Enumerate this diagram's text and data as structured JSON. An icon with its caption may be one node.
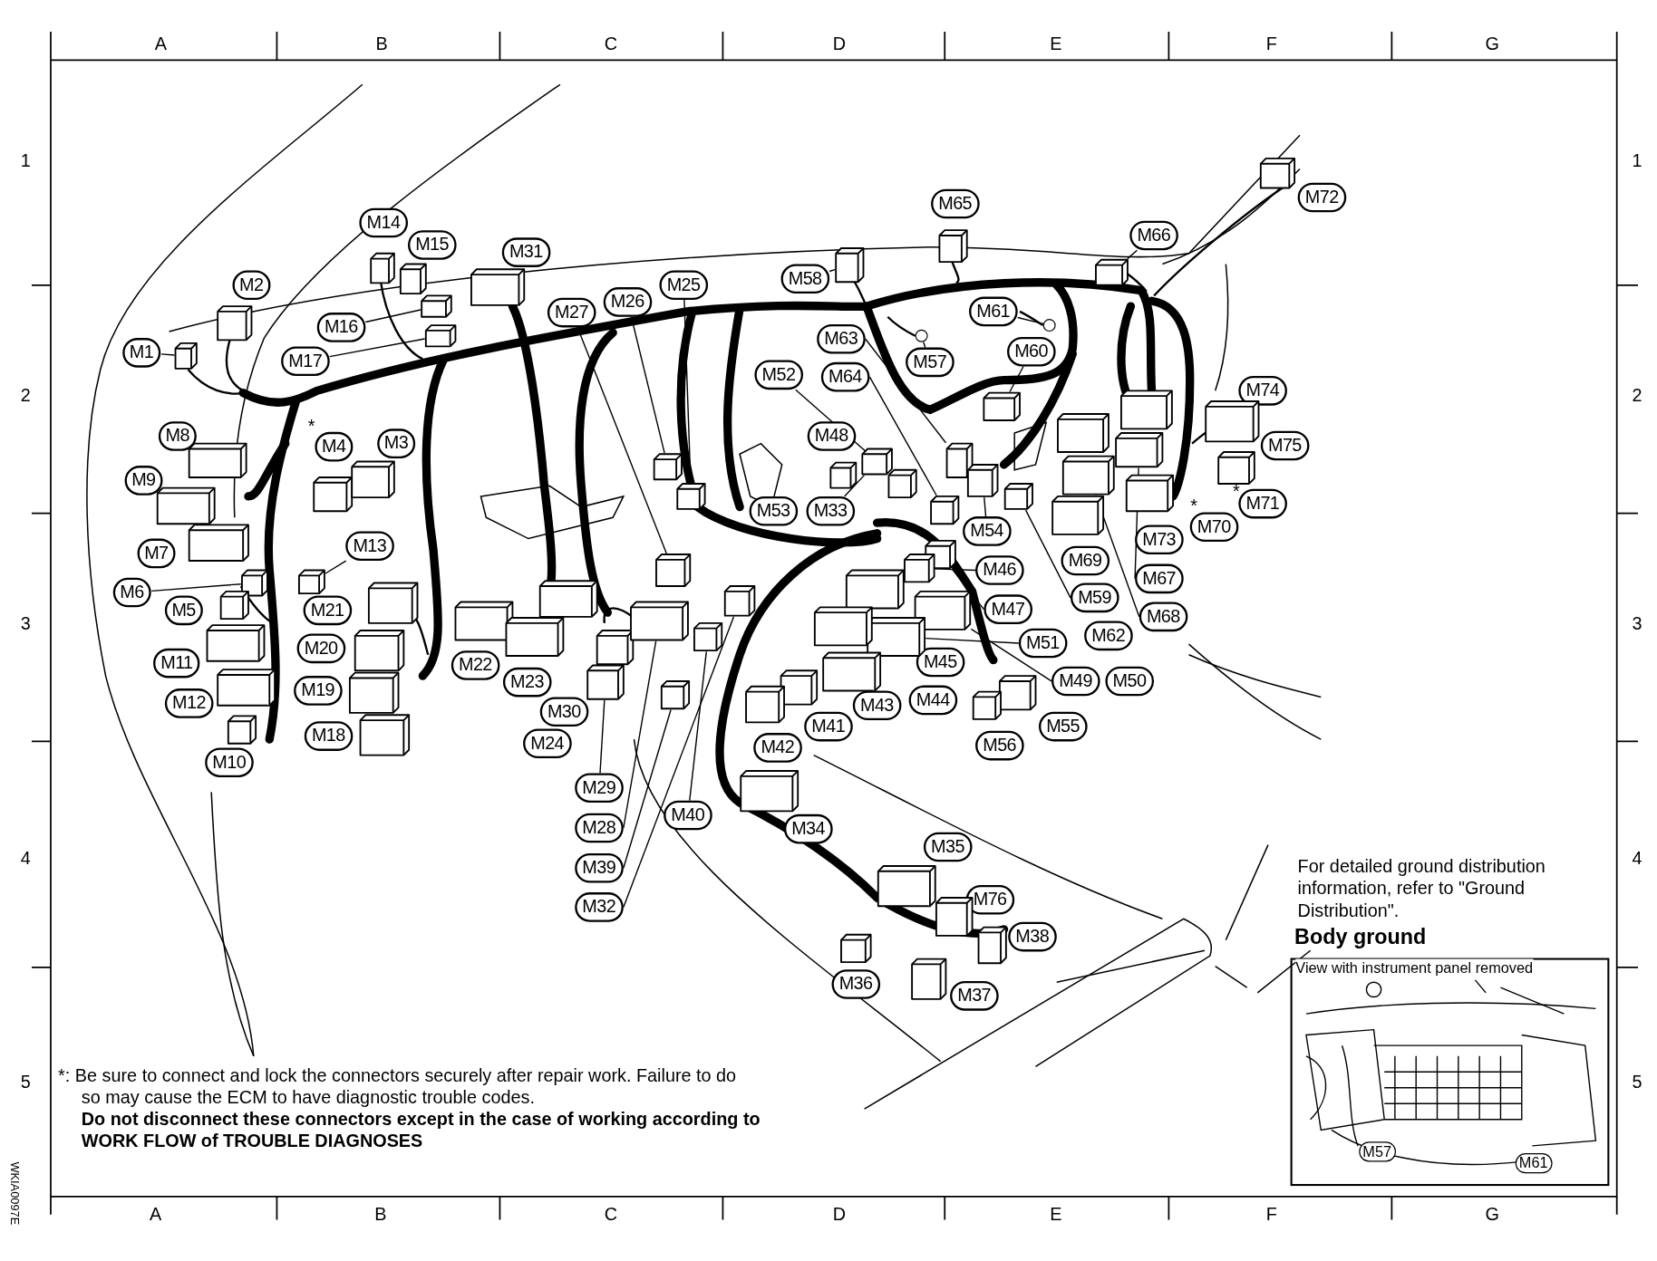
{
  "diagram": {
    "nodes": [
      {
        "text": [
          "M1"
        ]
      },
      {
        "text": [
          "M2"
        ]
      },
      {
        "text": [
          "M3"
        ]
      },
      {
        "text": [
          "M4"
        ]
      },
      {
        "text": [
          "M5"
        ]
      },
      {
        "text": [
          "M6"
        ]
      },
      {
        "text": [
          "M7"
        ]
      },
      {
        "text": [
          "M8"
        ]
      },
      {
        "text": [
          "M9"
        ]
      },
      {
        "text": [
          "M10"
        ]
      },
      {
        "text": [
          "M11"
        ]
      },
      {
        "text": [
          "M12"
        ]
      },
      {
        "text": [
          "M13"
        ]
      },
      {
        "text": [
          "M14"
        ]
      },
      {
        "text": [
          "M15"
        ]
      },
      {
        "text": [
          "M16"
        ]
      },
      {
        "text": [
          "M17"
        ]
      },
      {
        "text": [
          "M18"
        ]
      },
      {
        "text": [
          "M19"
        ]
      },
      {
        "text": [
          "M20"
        ]
      },
      {
        "text": [
          "M21"
        ]
      },
      {
        "text": [
          "M22"
        ]
      },
      {
        "text": [
          "M23"
        ]
      },
      {
        "text": [
          "M24"
        ]
      },
      {
        "text": [
          "M25"
        ]
      },
      {
        "text": [
          "M26"
        ]
      },
      {
        "text": [
          "M27"
        ]
      },
      {
        "text": [
          "M28"
        ]
      },
      {
        "text": [
          "M29"
        ]
      },
      {
        "text": [
          "M30"
        ]
      },
      {
        "text": [
          "M31"
        ]
      },
      {
        "text": [
          "M32"
        ]
      },
      {
        "text": [
          "M33"
        ]
      },
      {
        "text": [
          "M34"
        ]
      },
      {
        "text": [
          "M35"
        ]
      },
      {
        "text": [
          "M36"
        ]
      },
      {
        "text": [
          "M37"
        ]
      },
      {
        "text": [
          "M38"
        ]
      },
      {
        "text": [
          "M39"
        ]
      },
      {
        "text": [
          "M40"
        ]
      },
      {
        "text": [
          "M41"
        ]
      },
      {
        "text": [
          "M42"
        ]
      },
      {
        "text": [
          "M43"
        ]
      },
      {
        "text": [
          "M44"
        ]
      },
      {
        "text": [
          "M45"
        ]
      },
      {
        "text": [
          "M46"
        ]
      },
      {
        "text": [
          "M47"
        ]
      },
      {
        "text": [
          "M48"
        ]
      },
      {
        "text": [
          "M49"
        ]
      },
      {
        "text": [
          "M50"
        ]
      },
      {
        "text": [
          "M51"
        ]
      },
      {
        "text": [
          "M52"
        ]
      },
      {
        "text": [
          "M53"
        ]
      },
      {
        "text": [
          "M54"
        ]
      },
      {
        "text": [
          "M55"
        ]
      },
      {
        "text": [
          "M56"
        ]
      },
      {
        "text": [
          "M57"
        ]
      },
      {
        "text": [
          "M58"
        ]
      },
      {
        "text": [
          "M59"
        ]
      },
      {
        "text": [
          "M60"
        ]
      },
      {
        "text": [
          "M61"
        ]
      },
      {
        "text": [
          "M62"
        ]
      },
      {
        "text": [
          "M63"
        ]
      },
      {
        "text": [
          "M64"
        ]
      },
      {
        "text": [
          "M65"
        ]
      },
      {
        "text": [
          "M66"
        ]
      },
      {
        "text": [
          "M67"
        ]
      },
      {
        "text": [
          "M68"
        ]
      },
      {
        "text": [
          "M69"
        ]
      },
      {
        "text": [
          "M70"
        ]
      },
      {
        "text": [
          "M71"
        ]
      },
      {
        "text": [
          "M72"
        ]
      },
      {
        "text": [
          "M73"
        ]
      },
      {
        "text": [
          "M74"
        ]
      },
      {
        "text": [
          "M75"
        ]
      },
      {
        "text": [
          "M76"
        ]
      },
      {
        "text": [],
        "shape": "box"
      },
      {
        "text": [],
        "shape": "box"
      },
      {
        "text": [],
        "shape": "box"
      },
      {
        "text": [],
        "shape": "box"
      },
      {
        "text": [],
        "shape": "box"
      },
      {
        "text": [],
        "shape": "box"
      },
      {
        "text": [],
        "shape": "box"
      },
      {
        "text": [],
        "shape": "box"
      },
      {
        "text": [],
        "shape": "box"
      },
      {
        "text": [],
        "shape": "box"
      },
      {
        "text": [],
        "shape": "box"
      },
      {
        "text": [],
        "shape": "box"
      },
      {
        "text": [],
        "shape": "box"
      },
      {
        "text": [],
        "shape": "box"
      },
      {
        "text": [],
        "shape": "box"
      },
      {
        "text": [],
        "shape": "box"
      },
      {
        "text": [],
        "shape": "box"
      },
      {
        "text": [],
        "shape": "box"
      },
      {
        "text": [],
        "shape": "box"
      },
      {
        "text": [],
        "shape": "box"
      },
      {
        "text": [],
        "shape": "box"
      },
      {
        "text": [],
        "shape": "box"
      },
      {
        "text": [],
        "shape": "box"
      },
      {
        "text": [],
        "shape": "box"
      },
      {
        "text": [],
        "shape": "box"
      },
      {
        "text": [],
        "shape": "box"
      },
      {
        "text": [],
        "shape": "box"
      },
      {
        "text": [],
        "shape": "box"
      },
      {
        "text": [],
        "shape": "box"
      },
      {
        "text": [],
        "shape": "box"
      },
      {
        "text": [],
        "shape": "box"
      },
      {
        "text": [],
        "shape": "box"
      },
      {
        "text": [],
        "shape": "box"
      },
      {
        "text": [],
        "shape": "box"
      },
      {
        "text": [],
        "shape": "box"
      },
      {
        "text": [],
        "shape": "box"
      },
      {
        "text": [],
        "shape": "box"
      },
      {
        "text": [],
        "shape": "box"
      },
      {
        "text": [],
        "shape": "box"
      },
      {
        "text": [],
        "shape": "box"
      },
      {
        "text": [],
        "shape": "box"
      },
      {
        "text": [],
        "shape": "box"
      },
      {
        "text": [],
        "shape": "box"
      },
      {
        "text": [],
        "shape": "box"
      },
      {
        "text": [],
        "shape": "box"
      },
      {
        "text": [],
        "shape": "box"
      },
      {
        "text": [],
        "shape": "box"
      },
      {
        "text": [],
        "shape": "box"
      },
      {
        "text": [],
        "shape": "box"
      },
      {
        "text": [],
        "shape": "box"
      },
      {
        "text": [],
        "shape": "box"
      },
      {
        "text": [],
        "shape": "box"
      },
      {
        "text": [],
        "shape": "box"
      },
      {
        "text": [],
        "shape": "box"
      },
      {
        "text": [],
        "shape": "box"
      },
      {
        "text": [],
        "shape": "box"
      },
      {
        "text": [],
        "shape": "box"
      },
      {
        "text": [],
        "shape": "box"
      },
      {
        "text": [],
        "shape": "box"
      },
      {
        "text": [],
        "shape": "box"
      },
      {
        "text": [],
        "shape": "box"
      },
      {
        "text": [],
        "shape": "box"
      },
      {
        "text": [],
        "shape": "box"
      },
      {
        "text": [],
        "shape": "box"
      },
      {
        "text": [],
        "shape": "box"
      },
      {
        "text": [],
        "shape": "box"
      },
      {
        "text": [],
        "shape": "box"
      },
      {
        "text": [],
        "shape": "box"
      },
      {
        "text": [],
        "shape": "box"
      },
      {
        "text": [],
        "shape": "box"
      },
      {
        "text": [],
        "shape": "box"
      },
      {
        "text": [],
        "shape": "circle"
      },
      {
        "text": [],
        "shape": "circle"
      }
    ],
    "edges": [
      {
        "from": 0,
        "to": 76,
        "arrow": "none"
      },
      {
        "from": 15,
        "to": 80,
        "arrow": "none"
      },
      {
        "from": 16,
        "to": 81,
        "arrow": "none"
      },
      {
        "from": 12,
        "to": 92,
        "arrow": "none"
      },
      {
        "from": 5,
        "to": 93,
        "arrow": "none"
      },
      {
        "from": 26,
        "to": 110,
        "arrow": "none"
      },
      {
        "from": 25,
        "to": 111,
        "arrow": "none"
      },
      {
        "from": 24,
        "to": 112,
        "arrow": "none"
      },
      {
        "from": 51,
        "to": 115,
        "arrow": "none"
      },
      {
        "from": 63,
        "to": 117,
        "arrow": "none"
      },
      {
        "from": 62,
        "to": 116,
        "arrow": "none"
      },
      {
        "from": 56,
        "to": 147,
        "arrow": "none"
      },
      {
        "from": 60,
        "to": 148,
        "arrow": "none"
      },
      {
        "from": 59,
        "to": 119,
        "arrow": "none"
      },
      {
        "from": 28,
        "to": 106,
        "arrow": "none"
      },
      {
        "from": 27,
        "to": 107,
        "arrow": "none"
      },
      {
        "from": 38,
        "to": 108,
        "arrow": "none"
      },
      {
        "from": 31,
        "to": 140,
        "arrow": "none"
      },
      {
        "from": 39,
        "to": 109,
        "arrow": "none"
      },
      {
        "from": 58,
        "to": 120,
        "arrow": "none"
      },
      {
        "from": 66,
        "to": 128,
        "arrow": "none"
      },
      {
        "from": 67,
        "to": 126,
        "arrow": "none"
      },
      {
        "from": 48,
        "to": 130,
        "arrow": "none"
      },
      {
        "from": 46,
        "to": 129,
        "arrow": "none"
      },
      {
        "from": 45,
        "to": 132,
        "arrow": "none"
      },
      {
        "from": 50,
        "to": 131,
        "arrow": "none"
      },
      {
        "from": 53,
        "to": 118,
        "arrow": "none"
      },
      {
        "from": 57,
        "to": 83,
        "arrow": "none"
      },
      {
        "from": 65,
        "to": 85,
        "arrow": "none"
      },
      {
        "from": 32,
        "to": 114,
        "arrow": "none"
      }
    ],
    "labels": [
      "A",
      "B",
      "C",
      "D",
      "E",
      "F",
      "G",
      "1",
      "1",
      "2",
      "2",
      "3",
      "3",
      "4",
      "4",
      "5",
      "5",
      "*",
      "*",
      "*",
      "For detailed ground distribution information, refer to \"Ground Distribution\".",
      "Body ground",
      "View with instrument panel removed",
      "M57",
      "M61",
      "*: Be sure to connect and lock the connectors securely after repair work. Failure to do so may cause the ECM to have diagnostic trouble codes.",
      "Do not disconnect these connectors except in the case of working according to WORK FLOW of TROUBLE DIAGNOSES",
      "A",
      "B",
      "C",
      "D",
      "E",
      "F",
      "G",
      "WKIA0097E"
    ]
  }
}
